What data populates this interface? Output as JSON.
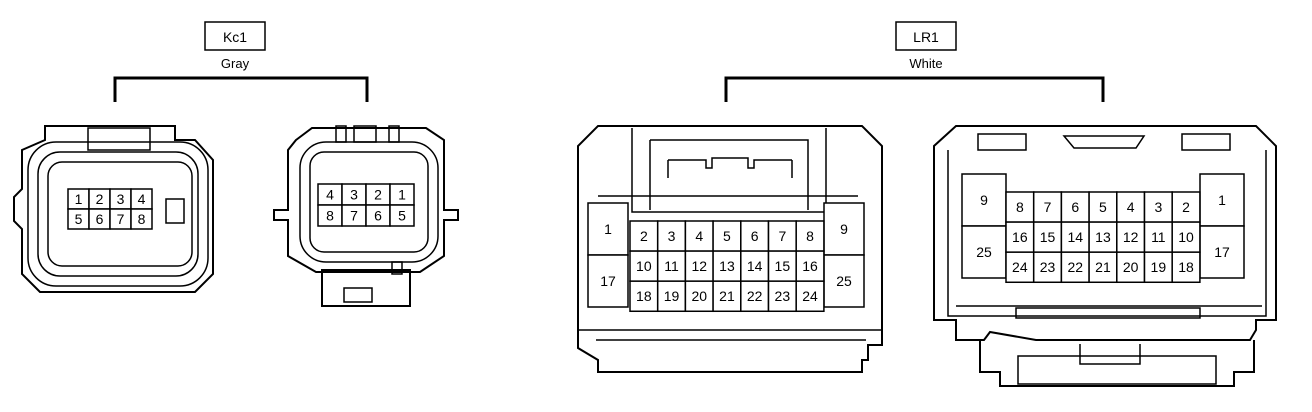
{
  "connectors": [
    {
      "id": "Kc1",
      "color": "Gray",
      "views": [
        {
          "rows": [
            [
              "1",
              "2",
              "3",
              "4"
            ],
            [
              "5",
              "6",
              "7",
              "8"
            ]
          ]
        },
        {
          "rows": [
            [
              "4",
              "3",
              "2",
              "1"
            ],
            [
              "8",
              "7",
              "6",
              "5"
            ]
          ]
        }
      ]
    },
    {
      "id": "LR1",
      "color": "White",
      "views": [
        {
          "left_side": [
            "1",
            "17"
          ],
          "right_side": [
            "9",
            "25"
          ],
          "rows": [
            [
              "2",
              "3",
              "4",
              "5",
              "6",
              "7",
              "8"
            ],
            [
              "10",
              "11",
              "12",
              "13",
              "14",
              "15",
              "16"
            ],
            [
              "18",
              "19",
              "20",
              "21",
              "22",
              "23",
              "24"
            ]
          ]
        },
        {
          "left_side": [
            "9",
            "25"
          ],
          "right_side": [
            "1",
            "17"
          ],
          "rows": [
            [
              "8",
              "7",
              "6",
              "5",
              "4",
              "3",
              "2"
            ],
            [
              "16",
              "15",
              "14",
              "13",
              "12",
              "11",
              "10"
            ],
            [
              "24",
              "23",
              "22",
              "21",
              "20",
              "19",
              "18"
            ]
          ]
        }
      ]
    }
  ]
}
